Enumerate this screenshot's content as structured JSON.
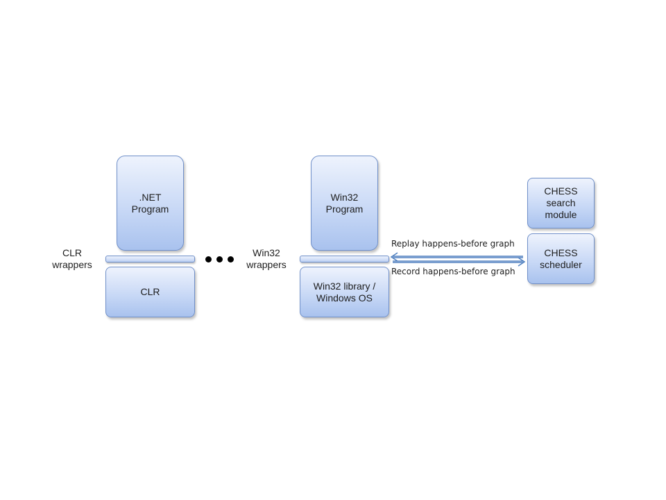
{
  "net_stack": {
    "program_label": ".NET\nProgram",
    "runtime_label": "CLR",
    "wrappers_label": "CLR\nwrappers"
  },
  "win32_stack": {
    "program_label": "Win32\nProgram",
    "runtime_label": "Win32 library /\nWindows OS",
    "wrappers_label": "Win32\nwrappers"
  },
  "chess": {
    "search_module_label": "CHESS\nsearch\nmodule",
    "scheduler_label": "CHESS\nscheduler"
  },
  "arrows": {
    "replay_label": "Replay happens-before graph",
    "record_label": "Record happens-before graph"
  },
  "ellipsis": {
    "dot_count": 3
  },
  "colors": {
    "box_border": "#6f8fc9",
    "box_fill_light": "#eef3fd",
    "box_fill_dark": "#a9c2ee",
    "arrow": "#4f7fbf"
  }
}
